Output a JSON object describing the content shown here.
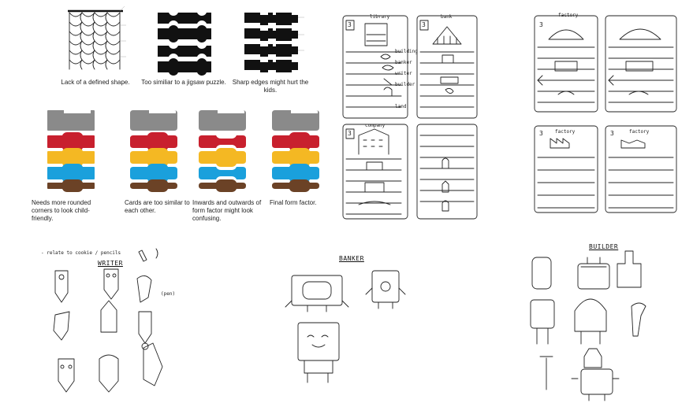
{
  "form_factor": {
    "captions": [
      "Lack of a defined shape.",
      "Too similiar to a jigsaw puzzle.",
      "Sharp edges might hurt the kids.",
      "Needs more rounded corners to look child-friendly.",
      "Cards are too similar to each other.",
      "Inwards and outwards of form factor might look confusing.",
      "Final form factor."
    ],
    "colors": [
      "#8a8a8a",
      "#c8202e",
      "#f4b823",
      "#1aa0dc",
      "#6b4226"
    ]
  },
  "card_sketches": {
    "left_labels": [
      "library",
      "bank",
      "company",
      "building",
      "banker",
      "writer",
      "builder",
      "land"
    ],
    "right_labels": [
      "factory",
      "factory"
    ],
    "numbers": [
      "3",
      "3",
      "3",
      "3",
      "3",
      "3"
    ]
  },
  "characters": {
    "writer_note": "- relate to cookie / pencils",
    "writer_title": "WRITER",
    "writer_pen": "(pen)",
    "banker_title": "BANKER",
    "builder_title": "BUILDER"
  }
}
